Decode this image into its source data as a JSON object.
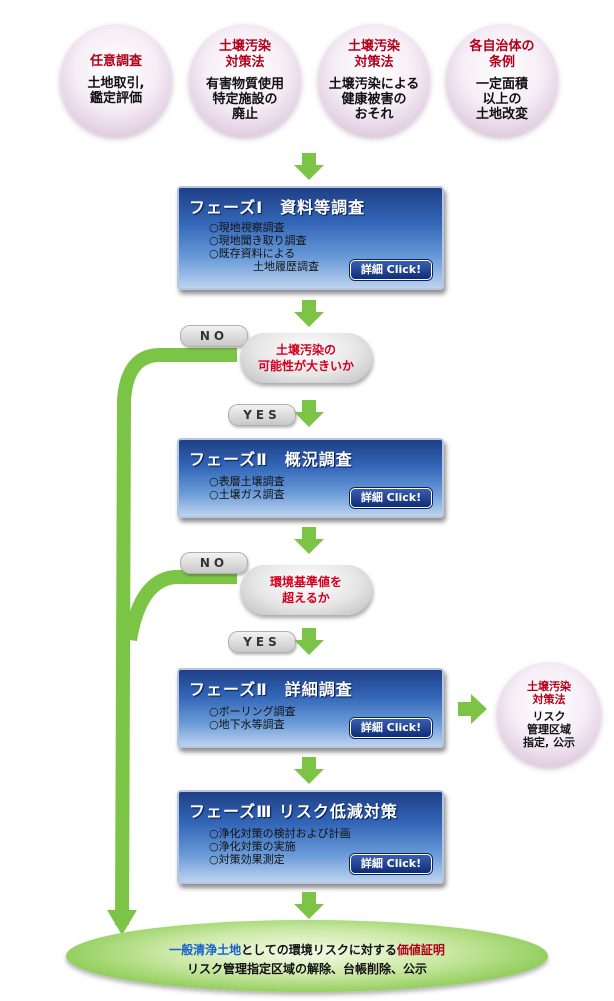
{
  "triggers": [
    {
      "title": "任意調査",
      "desc": "土地取引,\n鑑定評価"
    },
    {
      "title": "土壌汚染\n対策法",
      "desc": "有害物質使用\n特定施設の\n廃止"
    },
    {
      "title": "土壌汚染\n対策法",
      "desc": "土壌汚染による\n健康被害の\nおそれ"
    },
    {
      "title": "各自治体の\n条例",
      "desc": "一定面積\n以上の\n土地改変"
    }
  ],
  "phases": [
    {
      "title": "フェーズⅠ　資料等調査",
      "items": [
        "○現地視察調査",
        "○現地聞き取り調査",
        "○既存資料による",
        "　　　　土地履歴調査"
      ],
      "button": "詳細 Click!"
    },
    {
      "title": "フェーズⅡ　概況調査",
      "items": [
        "○表層土壌調査",
        "○土壌ガス調査"
      ],
      "button": "詳細 Click!"
    },
    {
      "title": "フェーズⅡ　詳細調査",
      "items": [
        "○ボーリング調査",
        "○地下水等調査"
      ],
      "button": "詳細 Click!"
    },
    {
      "title": "フェーズⅢ リスク低減対策",
      "items": [
        "○浄化対策の検討および計画",
        "○浄化対策の実施",
        "○対策効果測定"
      ],
      "button": "詳細 Click!"
    }
  ],
  "decisions": [
    {
      "text": "土壌汚染の\n可能性が大きいか",
      "no": "NO",
      "yes": "YES"
    },
    {
      "text": "環境基準値を\n超えるか",
      "no": "NO",
      "yes": "YES"
    }
  ],
  "side_note": {
    "title": "土壌汚染\n対策法",
    "desc": "リスク\n管理区域\n指定, 公示"
  },
  "result": {
    "line1_a": "一般清浄土地",
    "line1_b": "としての環境リスクに対する",
    "line1_c": "価値証明",
    "line2": "リスク管理指定区域の解除、台帳削除、公示"
  },
  "colors": {
    "arrow": "#7cc445",
    "phase_top": "#1f3f86",
    "highlight_red": "#b3001a",
    "highlight_blue": "#1a5fd0"
  }
}
